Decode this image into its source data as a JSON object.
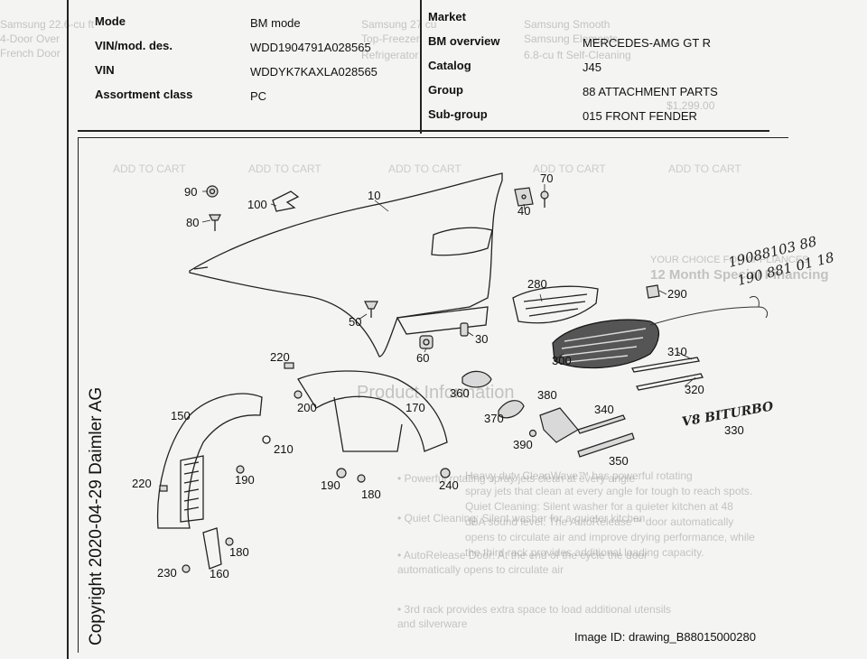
{
  "header": {
    "left": [
      {
        "label": "Mode",
        "value": "BM mode"
      },
      {
        "label": "VIN/mod. des.",
        "value": "WDD1904791A028565"
      },
      {
        "label": "VIN",
        "value": "WDDYK7KAXLA028565"
      },
      {
        "label": "Assortment class",
        "value": "PC"
      }
    ],
    "right": [
      {
        "label": "Market",
        "value": ""
      },
      {
        "label": "BM overview",
        "value": "MERCEDES-AMG GT R"
      },
      {
        "label": "Catalog",
        "value": "J45"
      },
      {
        "label": "Group",
        "value": "88 ATTACHMENT PARTS"
      },
      {
        "label": "Sub-group",
        "value": "015 FRONT FENDER"
      }
    ]
  },
  "callouts": {
    "c10": "10",
    "c30": "30",
    "c40": "40",
    "c50": "50",
    "c60": "60",
    "c70": "70",
    "c80": "80",
    "c90": "90",
    "c100": "100",
    "c150": "150",
    "c160": "160",
    "c170": "170",
    "c180a": "180",
    "c180b": "180",
    "c190a": "190",
    "c190b": "190",
    "c200": "200",
    "c210": "210",
    "c220a": "220",
    "c220b": "220",
    "c230": "230",
    "c240": "240",
    "c280": "280",
    "c290": "290",
    "c300": "300",
    "c310": "310",
    "c320": "320",
    "c330": "330",
    "c340": "340",
    "c350": "350",
    "c360": "360",
    "c370": "370",
    "c380": "380",
    "c390": "390"
  },
  "badge_text": "V8 BITURBO",
  "handwriting": {
    "line1": "19088103 88",
    "line2": "190 881 01 18"
  },
  "copyright": "Copyright 2020-04-29 Daimler AG",
  "image_id": "Image ID: drawing_B88015000280",
  "background_ghost": {
    "col1": [
      "Samsung 22.6-cu ft",
      "4-Door Over",
      "French Door"
    ],
    "col2": [
      "Samsung Smooth",
      "Samsung Elements",
      "6.8-cu ft Self-Cleaning"
    ],
    "col3": [
      "Samsung 27 cu",
      "Top-Freezer",
      "Refrigerator"
    ],
    "price1": "$1,299.00",
    "cart": "ADD TO CART",
    "promo1": "YOUR CHOICE FOR APPLIANCES",
    "promo2": "12 Month Special Financing",
    "promo3": "Product Information",
    "desc": [
      "Heavy duty CleanWave™ has powerful rotating",
      "spray jets that clean at every angle for tough to reach spots.",
      "Quiet Cleaning: Silent washer for a quieter kitchen at 48",
      "dBA sound level. The AutoRelease™ door automatically",
      "opens to circulate air and improve drying performance, while",
      "the third rack provides additional loading capacity."
    ],
    "bullets": [
      "• Powerful rotating spray jets clean at every angle",
      "• Quiet Cleaning: Silent washer for a quieter kitchen",
      "• AutoRelease Door: At the end of the cycle the door",
      "  automatically opens to circulate air",
      "• 3rd rack provides extra space to load additional utensils",
      "  and silverware"
    ]
  }
}
